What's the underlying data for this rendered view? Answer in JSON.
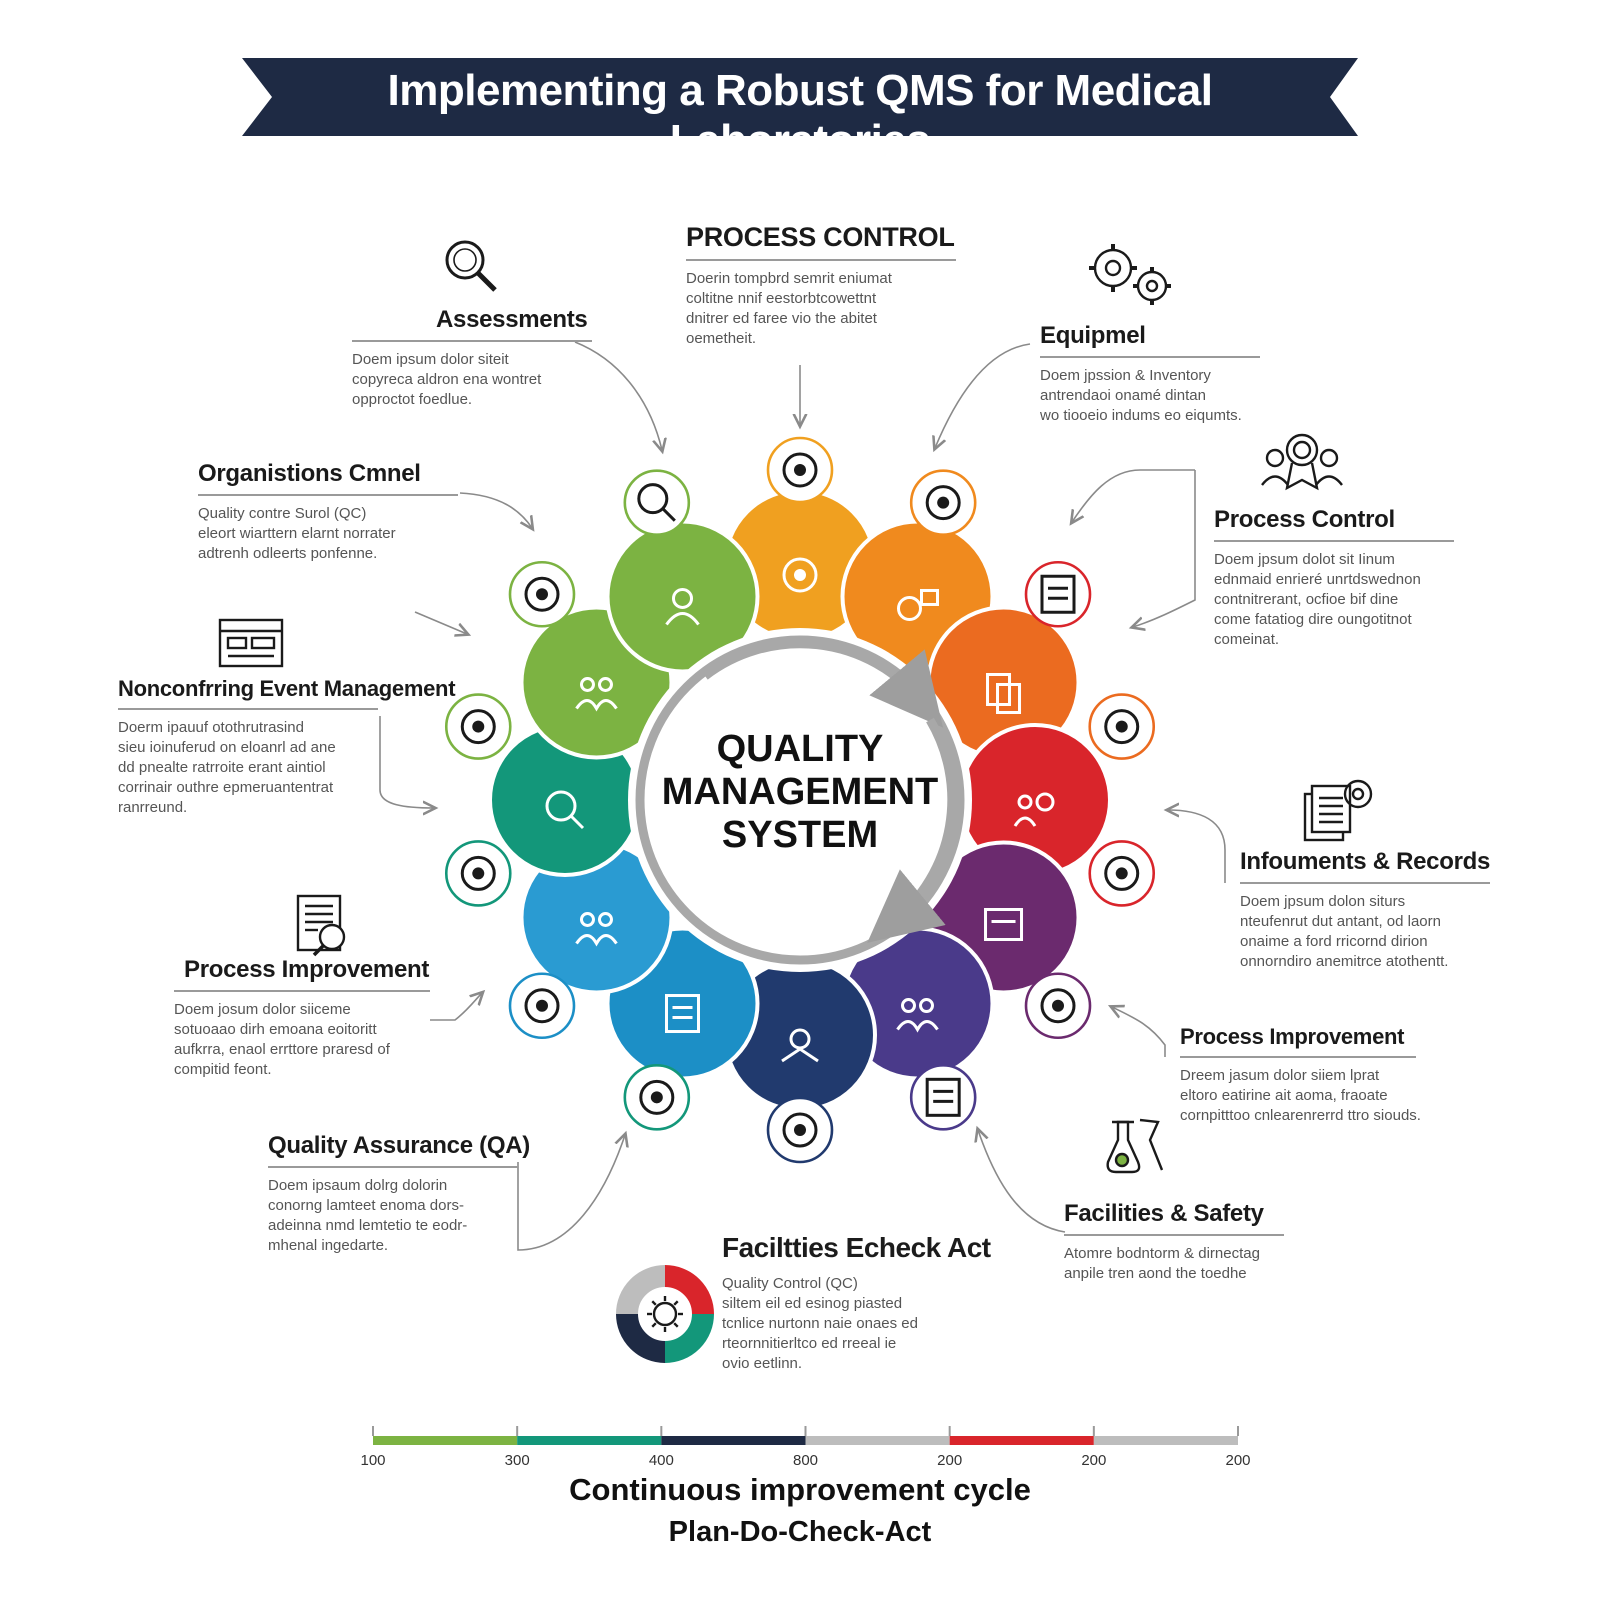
{
  "title": "Implementing a Robust QMS for Medical Laboratories",
  "center": {
    "lines": [
      "QUALITY",
      "MANAGEMENT",
      "SYSTEM"
    ]
  },
  "colors": {
    "banner": "#1e2a44",
    "segments": [
      "#f0a020",
      "#f08a1e",
      "#eb6b20",
      "#d9252b",
      "#6b2a6e",
      "#4a3a8a",
      "#213a6e",
      "#1c8fc6",
      "#2a9bd2",
      "#13977a",
      "#7cb342",
      "#7cb342"
    ]
  },
  "segment_icons": [
    "cycle-icon",
    "gear-chart-icon",
    "documents-icon",
    "people-award-icon",
    "checklist-icon",
    "team-icon",
    "network-icon",
    "report-icon",
    "group-icon",
    "magnifier-icon",
    "users-icon",
    "person-icon"
  ],
  "ring_icons": [
    "target-icon",
    "microbe-icon",
    "document-icon",
    "lab-tools-icon",
    "gear-icon",
    "report-icon",
    "clipboard-icon",
    "monitor-icon",
    "computer-icon",
    "badge-icon",
    "compass-icon",
    "chart-icon",
    "link-icon",
    "magnifier-icon"
  ],
  "blocks": {
    "assessments": {
      "title": "Assessments",
      "lines": [
        "Doem ipsum dolor siteit",
        "copyreca aldron ena wontret",
        "opproctot foedlue."
      ]
    },
    "process_control_top": {
      "title": "PROCESS CONTROL",
      "lines": [
        "Doerin tompbrd semrit eniumat",
        "coltitne nnif eestorbtcowettnt",
        "dnitrer ed faree vio the abitet",
        "oemetheit."
      ]
    },
    "equipment": {
      "title": "Equipmel",
      "lines": [
        "Doem jpssion & Inventory",
        "antrendaoi onamé dintan",
        "wo tiooeio indums eo eiqumts."
      ]
    },
    "organizations": {
      "title": "Organistions Cmnel",
      "lines": [
        "Quality contre Surol (QC)",
        "eleort wiarttern elarnt norrater",
        "adtrenh odleerts ponfenne."
      ]
    },
    "process_control_right": {
      "title": "Process Control",
      "lines": [
        "Doem jpsum dolot sit Iinum",
        "ednmaid enrieré unrtdswednon",
        "contnitrerant, ocfioe bif dine",
        "come fatatiog dire oungotitnot",
        "comeinat."
      ]
    },
    "nonconforming": {
      "title": "Nonconfrring Event Management",
      "lines": [
        "Doerm ipauuf otothrutrasind",
        "sieu ioinuferud on eloanrl ad ane",
        "dd pnealte ratrroite erant aintiol",
        "corrinair outhre epmeruantentrat",
        "ranrreund."
      ]
    },
    "documents": {
      "title": "Infouments & Records",
      "lines": [
        "Doem jpsum dolon siturs",
        "nteufenrut dut antant, od laorn",
        "onaime a ford rricornd dirion",
        "onnorndiro anemitrce atothentt."
      ]
    },
    "process_improvement_left": {
      "title": "Process Improvement",
      "lines": [
        "Doem josum dolor siiceme",
        "sotuoaao dirh emoana eoitoritt",
        "aufkrra, enaol errttore praresd of",
        "compitid feont."
      ]
    },
    "process_improvement_right": {
      "title": "Process Improvement",
      "lines": [
        "Dreem jasum dolor siiem lprat",
        "eltoro eatirine ait aoma, fraoate",
        "cornpitttoo cnlearenrerrd ttro siouds."
      ]
    },
    "qa": {
      "title": "Quality Assurance (QA)",
      "lines": [
        "Doem ipsaum dolrg dolorin",
        "conorng lamteet enoma dors-",
        "adeinna nmd lemtetio te eodr-",
        "mhenal ingedarte."
      ]
    },
    "facilities": {
      "title": "Facilities & Safety",
      "lines": [
        "Atomre bodntorm & dirnectag",
        "anpile tren aond the toedhe"
      ]
    }
  },
  "pdca": {
    "title": "Faciltties Echeck Act",
    "lines": [
      "Quality Control (QC)",
      "siltem eil ed esinog piasted",
      "tcnlice nurtonn naie onaes ed",
      "rteornnitierltco ed rreeal ie",
      "ovio eetlinn."
    ],
    "colors": [
      "#d9252b",
      "#13977a",
      "#1e2a44",
      "#bdbdbd"
    ]
  },
  "scale": {
    "labels": [
      "100",
      "300",
      "400",
      "800",
      "200",
      "200",
      "200"
    ],
    "colors": [
      "#7cb342",
      "#13977a",
      "#1e2a44",
      "#bdbdbd",
      "#d9252b",
      "#bdbdbd"
    ]
  },
  "footer": {
    "line1": "Continuous improvement cycle",
    "line2": "Plan-Do-Check-Act"
  }
}
